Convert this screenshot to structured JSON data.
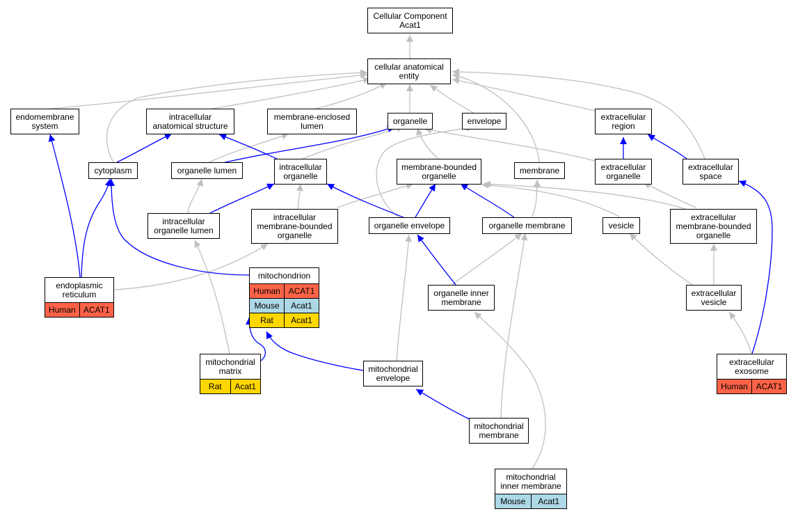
{
  "colors": {
    "is_a_edge": "#c0c0c0",
    "part_of_edge": "#0000ff",
    "human": "#ff6347",
    "mouse": "#add8e6",
    "rat": "#ffd700"
  },
  "nodes": {
    "root": {
      "label": "Cellular Component\nAcat1"
    },
    "cae": {
      "label": "cellular anatomical\nentity"
    },
    "endomembrane": {
      "label": "endomembrane\nsystem"
    },
    "ias": {
      "label": "intracellular\nanatomical structure"
    },
    "mel": {
      "label": "membrane-enclosed\nlumen"
    },
    "organelle": {
      "label": "organelle"
    },
    "envelope": {
      "label": "envelope"
    },
    "ecregion": {
      "label": "extracellular\nregion"
    },
    "cytoplasm": {
      "label": "cytoplasm"
    },
    "orglumen": {
      "label": "organelle lumen"
    },
    "intraorg": {
      "label": "intracellular\norganelle"
    },
    "mbo": {
      "label": "membrane-bounded\norganelle"
    },
    "membrane": {
      "label": "membrane"
    },
    "ecorg": {
      "label": "extracellular\norganelle"
    },
    "ecspace": {
      "label": "extracellular\nspace"
    },
    "iol": {
      "label": "intracellular\norganelle lumen"
    },
    "imbo": {
      "label": "intracellular\nmembrane-bounded\norganelle"
    },
    "orgenv": {
      "label": "organelle envelope"
    },
    "orgmem": {
      "label": "organelle membrane"
    },
    "vesicle": {
      "label": "vesicle"
    },
    "ecmbo": {
      "label": "extracellular\nmembrane-bounded\norganelle"
    },
    "er": {
      "label": "endoplasmic\nreticulum",
      "rows": [
        [
          "Human",
          "ACAT1"
        ]
      ]
    },
    "mito": {
      "label": "mitochondrion",
      "rows": [
        [
          "Human",
          "ACAT1"
        ],
        [
          "Mouse",
          "Acat1"
        ],
        [
          "Rat",
          "Acat1"
        ]
      ]
    },
    "oim": {
      "label": "organelle inner\nmembrane"
    },
    "ecves": {
      "label": "extracellular\nvesicle"
    },
    "mitomatrix": {
      "label": "mitochondrial\nmatrix",
      "rows": [
        [
          "Rat",
          "Acat1"
        ]
      ]
    },
    "mitoenv": {
      "label": "mitochondrial\nenvelope"
    },
    "exosome": {
      "label": "extracellular\nexosome",
      "rows": [
        [
          "Human",
          "ACAT1"
        ]
      ]
    },
    "mitomem": {
      "label": "mitochondrial\nmembrane"
    },
    "mim": {
      "label": "mitochondrial\ninner membrane",
      "rows": [
        [
          "Mouse",
          "Acat1"
        ]
      ]
    }
  }
}
